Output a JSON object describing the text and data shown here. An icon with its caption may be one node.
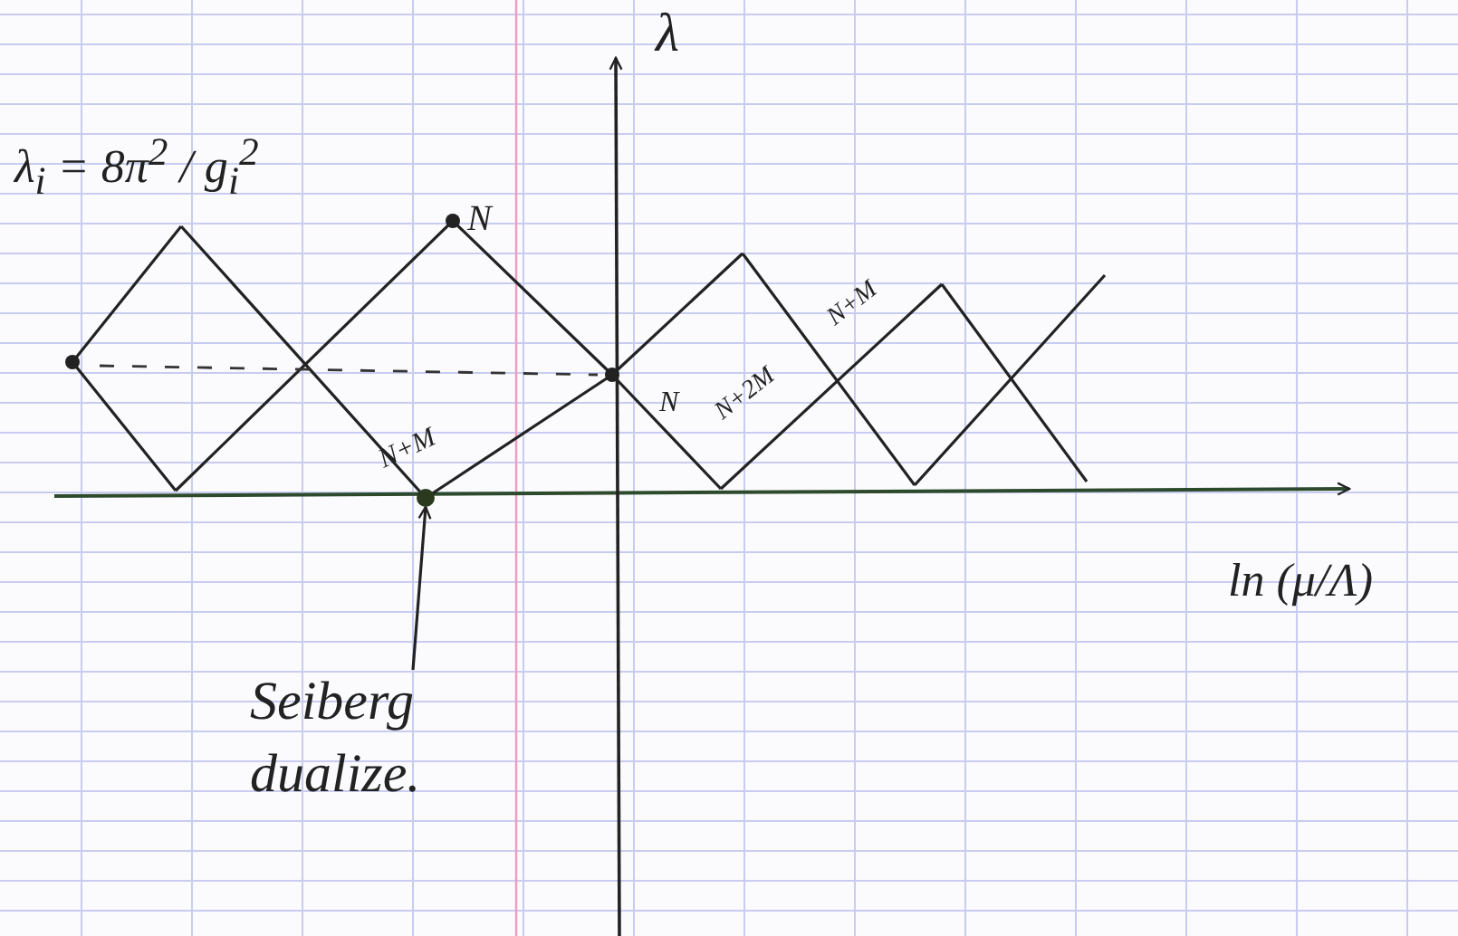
{
  "diagram": {
    "nodes": [
      {
        "text": [
          "Seiberg dualize."
        ]
      },
      {
        "text": [],
        "shape": "circle"
      }
    ],
    "edges": [
      {
        "from": 0,
        "to": 1,
        "arrow": "to"
      }
    ],
    "labels": [
      "λ$_{i}$ = 8π$^{2}$ / g$_{i}$$^{2}$",
      "λ",
      "N",
      "N+M",
      "N",
      "N+2M",
      "N+M",
      "ln (μ/Λ)"
    ]
  }
}
